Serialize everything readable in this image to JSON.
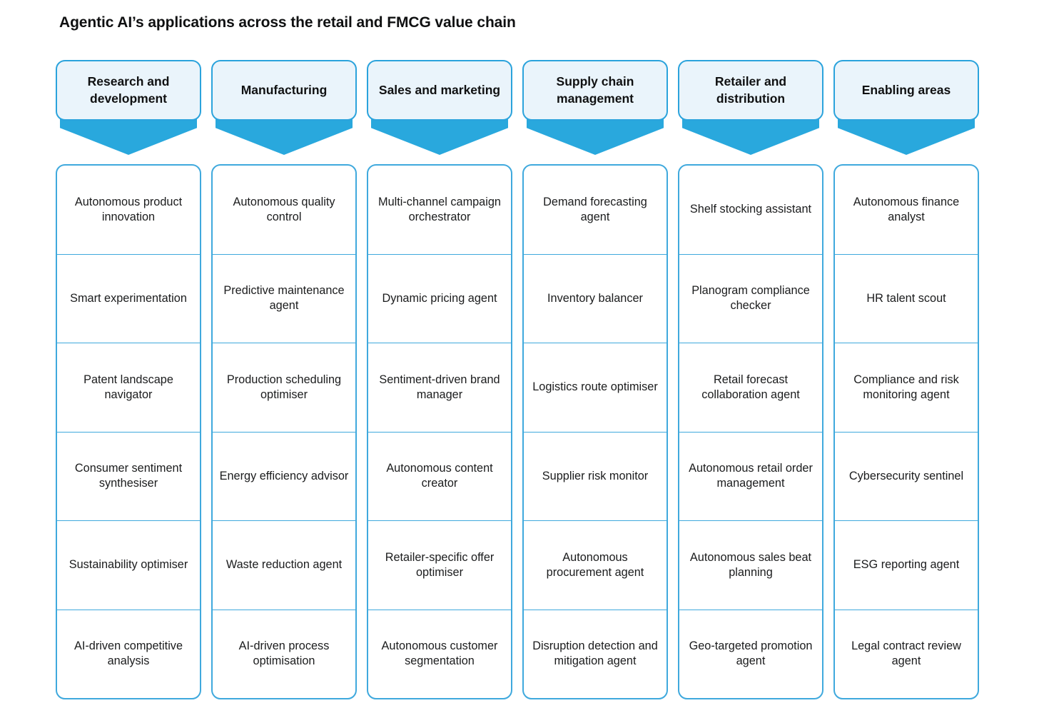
{
  "title": "Agentic AI’s applications across the retail and FMCG value chain",
  "colors": {
    "accent_blue": "#2ba3dc",
    "arrow_blue": "#29a8dd",
    "header_fill": "#eaf4fb",
    "cell_border": "#3fa9dd",
    "text": "#101112",
    "background": "#ffffff"
  },
  "columns": [
    {
      "header": "Research and development",
      "items": [
        "Autonomous product innovation",
        "Smart experimentation",
        "Patent landscape navigator",
        "Consumer sentiment synthesiser",
        "Sustainability optimiser",
        "AI-driven competitive analysis"
      ]
    },
    {
      "header": "Manufacturing",
      "items": [
        "Autonomous quality control",
        "Predictive maintenance agent",
        "Production scheduling optimiser",
        "Energy efficiency advisor",
        "Waste reduction agent",
        "AI-driven process optimisation"
      ]
    },
    {
      "header": "Sales and marketing",
      "items": [
        "Multi-channel campaign orchestrator",
        "Dynamic pricing agent",
        "Sentiment-driven brand manager",
        "Autonomous content creator",
        "Retailer-specific offer optimiser",
        "Autonomous customer segmentation"
      ]
    },
    {
      "header": "Supply chain management",
      "items": [
        "Demand forecasting agent",
        "Inventory balancer",
        "Logistics route optimiser",
        "Supplier risk monitor",
        "Autonomous procurement agent",
        "Disruption detection and mitigation agent"
      ]
    },
    {
      "header": "Retailer and distribution",
      "items": [
        "Shelf stocking assistant",
        "Planogram compliance checker",
        "Retail forecast collaboration agent",
        "Autonomous retail order management",
        "Autonomous sales beat planning",
        "Geo-targeted promotion agent"
      ]
    },
    {
      "header": "Enabling areas",
      "items": [
        "Autonomous finance analyst",
        "HR talent scout",
        "Compliance and risk monitoring agent",
        "Cybersecurity sentinel",
        "ESG reporting agent",
        "Legal contract review agent"
      ]
    }
  ]
}
